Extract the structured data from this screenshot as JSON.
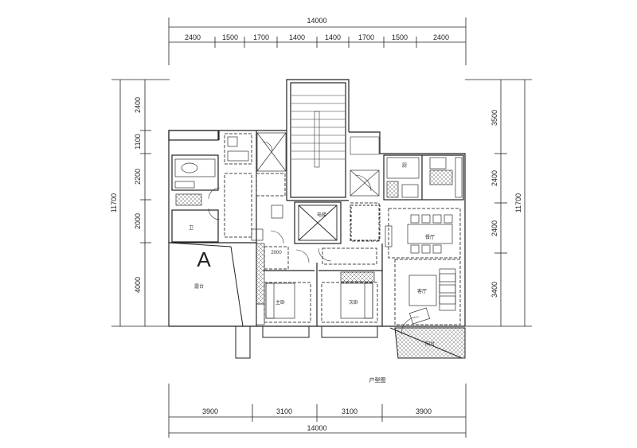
{
  "dimensions": {
    "top_total": "14000",
    "top_segments": [
      "2400",
      "1500",
      "1700",
      "1400",
      "1400",
      "1700",
      "1500",
      "2400"
    ],
    "bottom_total": "14000",
    "bottom_segments": [
      "3900",
      "3100",
      "3100",
      "3900"
    ],
    "left_total": "11700",
    "left_segments": [
      "2400",
      "1100",
      "2200",
      "2000",
      "4000"
    ],
    "right_total": "11700",
    "right_segments": [
      "3500",
      "2400",
      "2400",
      "3400"
    ]
  },
  "labels": {
    "unit_mark": "A",
    "plan_caption": "户型图",
    "lift": "电梯",
    "small_room": "2000",
    "room_a": "卫",
    "room_b": "厨",
    "room_c": "主卧",
    "room_d": "次卧",
    "room_e": "客厅",
    "room_f": "餐厅",
    "room_g": "阳台",
    "room_h": "露台"
  },
  "colors": {
    "line": "#222222",
    "dash": "#444444",
    "hatch": "#555555"
  }
}
